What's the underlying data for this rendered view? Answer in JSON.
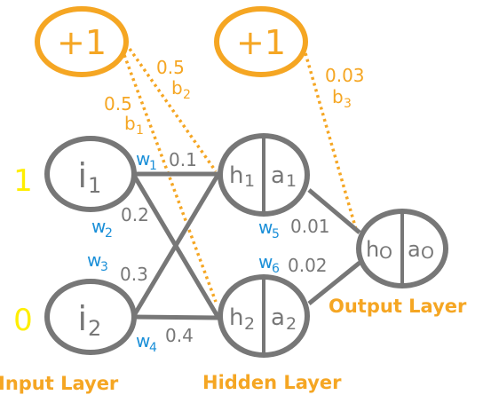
{
  "colors": {
    "gray": "#777777",
    "orange": "#f5a623",
    "blue": "#1a8fd8",
    "yellow": "#ffee00",
    "white": "#ffffff"
  },
  "bias": {
    "b1_node": "+1",
    "b2_node": "+1"
  },
  "inputs": {
    "i1": {
      "label": "i",
      "sub": "1",
      "value": "1"
    },
    "i2": {
      "label": "i",
      "sub": "2",
      "value": "0"
    }
  },
  "hidden": {
    "h1": {
      "h": "h",
      "hsub": "1",
      "a": "a",
      "asub": "1"
    },
    "h2": {
      "h": "h",
      "hsub": "2",
      "a": "a",
      "asub": "2"
    }
  },
  "output": {
    "h": "h",
    "hsub": "O",
    "a": "a",
    "asub": "O"
  },
  "weights": {
    "w1": {
      "name": "w",
      "sub": "1",
      "value": "0.1"
    },
    "w2": {
      "name": "w",
      "sub": "2",
      "value": "0.2"
    },
    "w3": {
      "name": "w",
      "sub": "3",
      "value": "0.3"
    },
    "w4": {
      "name": "w",
      "sub": "4",
      "value": "0.4"
    },
    "w5": {
      "name": "w",
      "sub": "5",
      "value": "0.01"
    },
    "w6": {
      "name": "w",
      "sub": "6",
      "value": "0.02"
    }
  },
  "biases": {
    "b1": {
      "value": "0.5",
      "name": "b",
      "sub": "1"
    },
    "b2": {
      "value": "0.5",
      "name": "b",
      "sub": "2"
    },
    "b3": {
      "value": "0.03",
      "name": "b",
      "sub": "3"
    }
  },
  "layers": {
    "input": "Input Layer",
    "hidden": "Hidden Layer",
    "output": "Output Layer"
  }
}
